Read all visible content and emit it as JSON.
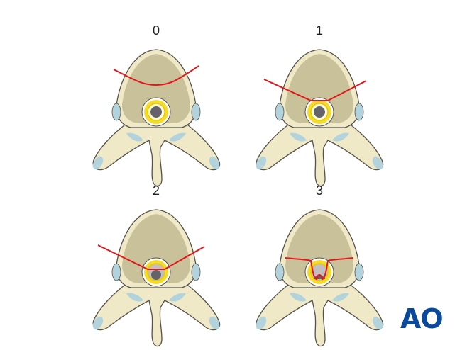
{
  "figure": {
    "panels": [
      {
        "label": "0",
        "cut": "shallow curve through anterior vertebral body",
        "canal": "normal"
      },
      {
        "label": "1",
        "cut": "V-shaped cut reaching posterior wall of body",
        "canal": "normal"
      },
      {
        "label": "2",
        "cut": "V-shaped cut entering spinal canal",
        "canal": "partially compromised"
      },
      {
        "label": "3",
        "cut": "cut deep into spinal canal",
        "canal": "severely compromised"
      }
    ],
    "colors": {
      "bone": "#efe9c8",
      "body": "#c9c19a",
      "outline": "#55524a",
      "ligament": "#b3d3dc",
      "dura": "#f5dc2a",
      "cord": "#636369",
      "cut_line": "#e3161c"
    }
  },
  "logo": {
    "text": "AO",
    "color": "#0a4a9c"
  }
}
